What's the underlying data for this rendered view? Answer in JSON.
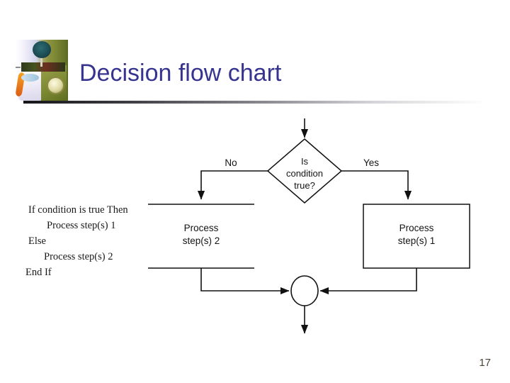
{
  "slide": {
    "title": "Decision flow chart",
    "page_number": "17",
    "logo_name": "course-logo-image",
    "title_color": "#363490"
  },
  "pseudocode": {
    "lines": [
      "If condition is true Then",
      "Process step(s) 1",
      "Else",
      "Process step(s) 2",
      "End If"
    ]
  },
  "chart_data": {
    "type": "flowchart",
    "title": "Decision flow chart",
    "orientation": "top-down",
    "nodes": [
      {
        "id": "entry",
        "type": "connector-in",
        "label": ""
      },
      {
        "id": "decision",
        "type": "decision",
        "label": "Is condition true?",
        "label_lines": [
          "Is",
          "condition",
          "true?"
        ]
      },
      {
        "id": "process2",
        "type": "process",
        "label": "Process step(s) 2",
        "label_lines": [
          "Process",
          "step(s) 2"
        ]
      },
      {
        "id": "process1",
        "type": "process",
        "label": "Process step(s) 1",
        "label_lines": [
          "Process",
          "step(s) 1"
        ]
      },
      {
        "id": "merge",
        "type": "connector",
        "label": ""
      },
      {
        "id": "exit",
        "type": "connector-out",
        "label": ""
      }
    ],
    "edges": [
      {
        "from": "entry",
        "to": "decision",
        "label": ""
      },
      {
        "from": "decision",
        "to": "process2",
        "label": "No"
      },
      {
        "from": "decision",
        "to": "process1",
        "label": "Yes"
      },
      {
        "from": "process2",
        "to": "merge",
        "label": ""
      },
      {
        "from": "process1",
        "to": "merge",
        "label": ""
      },
      {
        "from": "merge",
        "to": "exit",
        "label": ""
      }
    ],
    "edge_labels": {
      "no": "No",
      "yes": "Yes"
    },
    "line_color": "#111111",
    "fill_color": "#ffffff"
  }
}
